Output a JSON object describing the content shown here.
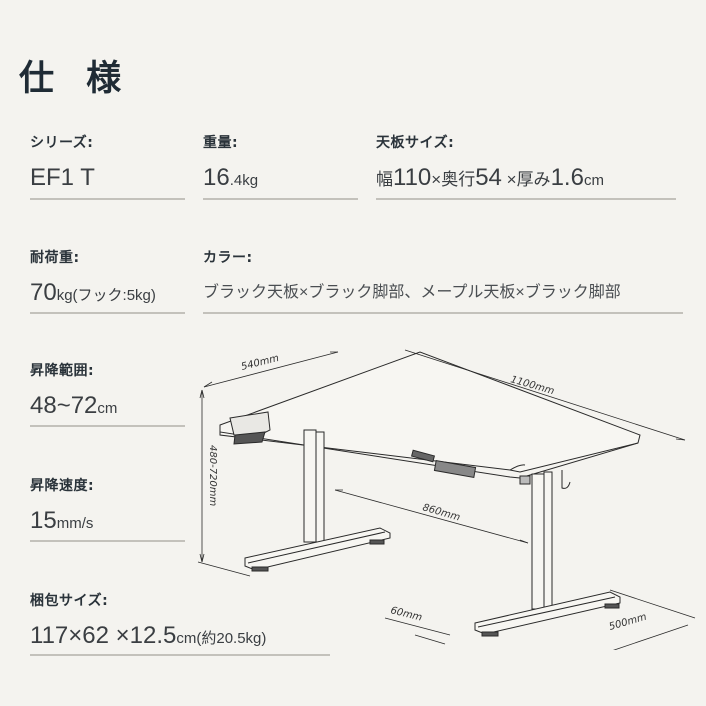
{
  "title": "仕 様",
  "specs": {
    "series": {
      "label": "シリーズ:",
      "value": "EF1 T"
    },
    "weight": {
      "label": "重量:",
      "value_main": "16",
      "value_small": ".4kg"
    },
    "top_size": {
      "label": "天板サイズ:",
      "parts": [
        "幅",
        "110",
        "×",
        "奥行",
        "54",
        " ×",
        "厚み",
        "1.6",
        "cm"
      ]
    },
    "load": {
      "label": "耐荷重:",
      "value_main": "70",
      "value_small": "kg(フック:5kg)"
    },
    "color": {
      "label": "カラー:",
      "value": "ブラック天板×ブラック脚部、メープル天板×ブラック脚部"
    },
    "height_range": {
      "label": "昇降範囲:",
      "value_main": "48~72",
      "value_small": "cm"
    },
    "speed": {
      "label": "昇降速度:",
      "value_main": "15",
      "value_small": "mm/s"
    },
    "package": {
      "label": "梱包サイズ:",
      "value_main": "117×62 ×12.5",
      "value_small": "cm(約20.5kg)"
    }
  },
  "diagram": {
    "dimensions": {
      "depth": "540mm",
      "width": "1100mm",
      "height": "480-720mm",
      "leg_span": "860mm",
      "foot_width": "60mm",
      "foot_length": "500mm"
    }
  }
}
